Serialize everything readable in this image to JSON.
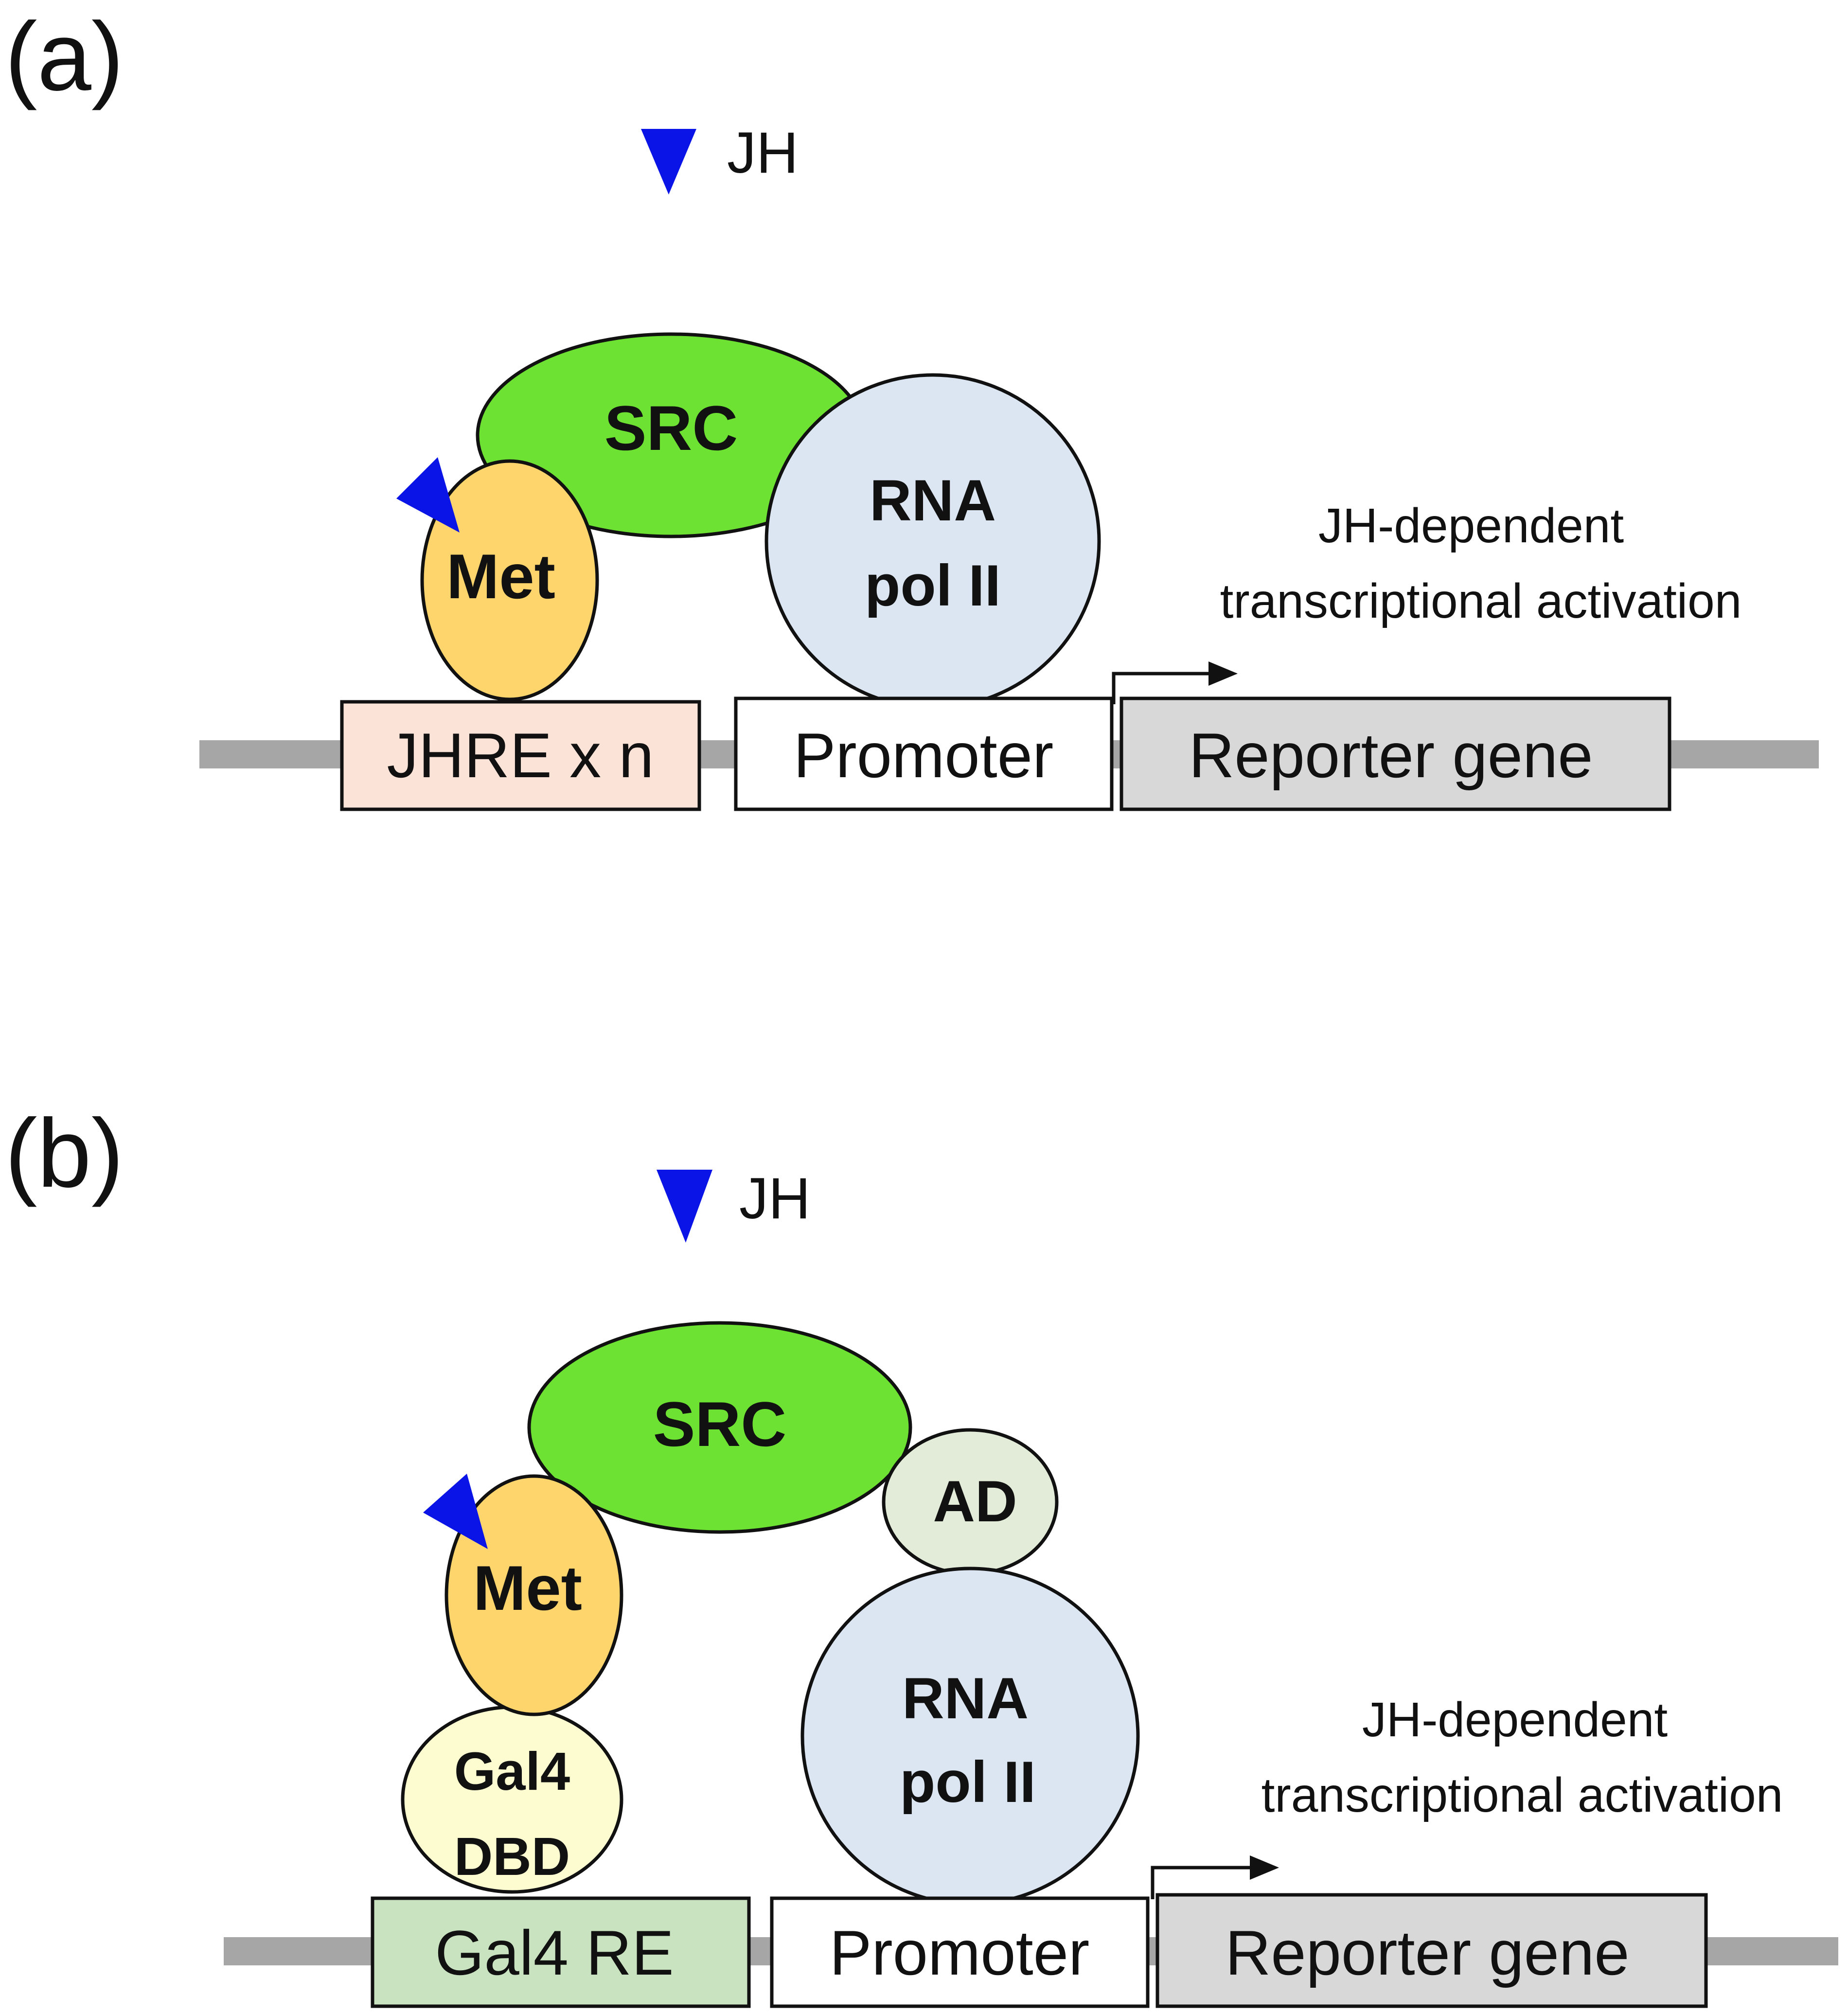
{
  "panels": [
    {
      "label": "(a)",
      "ligand": "JH",
      "src": "SRC",
      "met": "Met",
      "polii_line1": "RNA",
      "polii_line2": "pol II",
      "activation_line1": "JH-dependent",
      "activation_line2": "transcriptional activation",
      "response_element": "JHRE x n",
      "promoter": "Promoter",
      "reporter": "Reporter gene"
    },
    {
      "label": "(b)",
      "ligand": "JH",
      "src": "SRC",
      "met": "Met",
      "ad": "AD",
      "dbd_line1": "Gal4",
      "dbd_line2": "DBD",
      "polii_line1": "RNA",
      "polii_line2": "pol II",
      "activation_line1": "JH-dependent",
      "activation_line2": "transcriptional activation",
      "response_element": "Gal4 RE",
      "promoter": "Promoter",
      "reporter": "Reporter gene"
    }
  ],
  "colors": {
    "jh_triangle": "#0a14e6",
    "src": "#6ee232",
    "met": "#fdd56c",
    "rna_pol_ii": "#dbe6f2",
    "ad": "#e2ecd8",
    "gal4_dbd": "#fdfcd0",
    "jhre_box": "#fbe3d7",
    "gal4_re_box": "#c9e3c0",
    "promoter_box": "#ffffff",
    "reporter_box": "#d8d8d8",
    "dna_line": "#a6a6a6"
  }
}
